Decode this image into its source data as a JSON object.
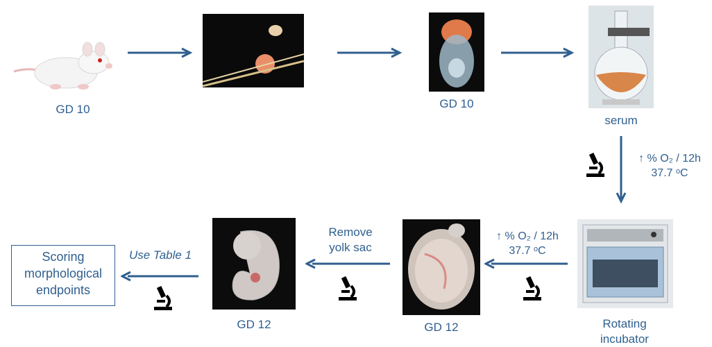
{
  "steps": {
    "rat_label": "GD 10",
    "embryo1_label": "GD 10",
    "flask_label": "serum",
    "incubator_label_line1": "Rotating",
    "incubator_label_line2": "incubator",
    "embryo2_label": "GD 12",
    "embryo3_label": "GD 12"
  },
  "conditions": {
    "top_line1": "↑ % O₂ / 12h",
    "top_line2": "37.7 ᵒC",
    "bottom_line1": "↑ % O₂ / 12h",
    "bottom_line2": "37.7 ᵒC"
  },
  "actions": {
    "remove_line1": "Remove",
    "remove_line2": "yolk sac",
    "use_table": "Use Table 1"
  },
  "result_box": {
    "line1": "Scoring",
    "line2": "morphological",
    "line3": "endpoints"
  },
  "colors": {
    "arrow": "#2f5f8f",
    "text": "#2f5f8f"
  }
}
